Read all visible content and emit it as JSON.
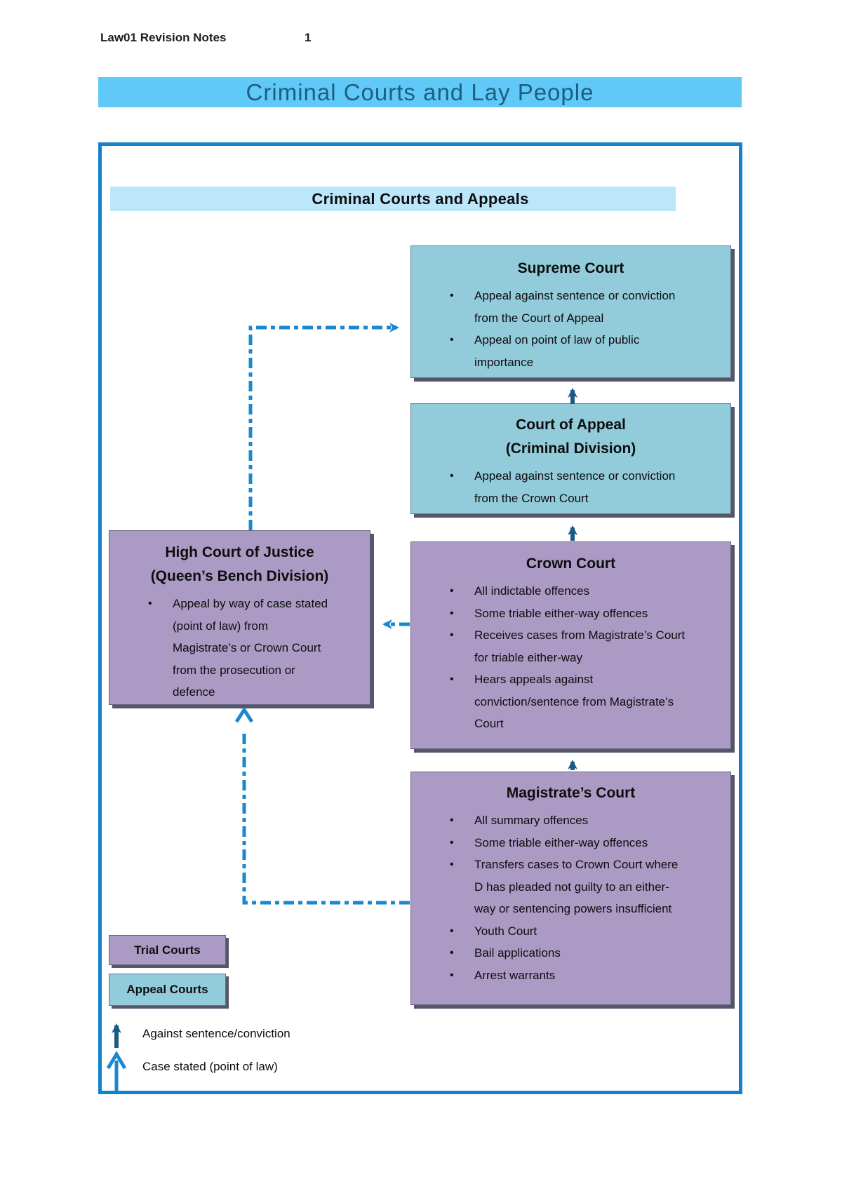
{
  "page": {
    "header": "Law01 Revision Notes",
    "page_number": "1"
  },
  "title_banner": {
    "text": "Criminal Courts and Lay People"
  },
  "diagram": {
    "heading": "Criminal Courts and Appeals",
    "bullet_glyph": "•",
    "courts": {
      "supreme": {
        "title": "Supreme Court",
        "bullets": [
          "Appeal against sentence or conviction\nfrom the Court of Appeal",
          "Appeal on point of law of public\nimportance"
        ]
      },
      "court_of_appeal": {
        "title": "Court of Appeal",
        "subtitle": "(Criminal Division)",
        "bullets": [
          "Appeal against sentence or conviction\nfrom the Crown Court"
        ]
      },
      "high_court": {
        "title": "High Court of Justice",
        "subtitle": "(Queen’s Bench Division)",
        "bullets": [
          "Appeal by way of case stated\n(point of law) from\nMagistrate’s or Crown Court\nfrom the prosecution or\ndefence"
        ]
      },
      "crown": {
        "title": "Crown Court",
        "bullets": [
          "All indictable offences",
          "Some triable either-way offences",
          "Receives cases from Magistrate’s Court\nfor triable either-way",
          "Hears appeals against\nconviction/sentence from Magistrate’s\nCourt"
        ]
      },
      "magistrates": {
        "title": "Magistrate’s Court",
        "bullets": [
          "All summary offences",
          "Some triable either-way offences",
          "Transfers cases to Crown Court where\nD has pleaded not guilty to an either-\nway or sentencing powers insufficient",
          "Youth Court",
          "Bail applications",
          "Arrest warrants"
        ]
      }
    },
    "legend": {
      "trial_label": "Trial Courts",
      "appeal_label": "Appeal Courts",
      "arrow_solid_label": "Against sentence/conviction",
      "arrow_dashed_label": "Case stated (point of law)"
    },
    "colors": {
      "trial_fill": "#AB9AC4",
      "appeal_fill": "#92CBDA",
      "solid_arrow": "#1B5B83",
      "dashed_arrow": "#1B87CE",
      "outer_border": "#1283CB",
      "title_banner_fill": "#60C9F8",
      "heading_fill": "#BCE6FA"
    }
  }
}
